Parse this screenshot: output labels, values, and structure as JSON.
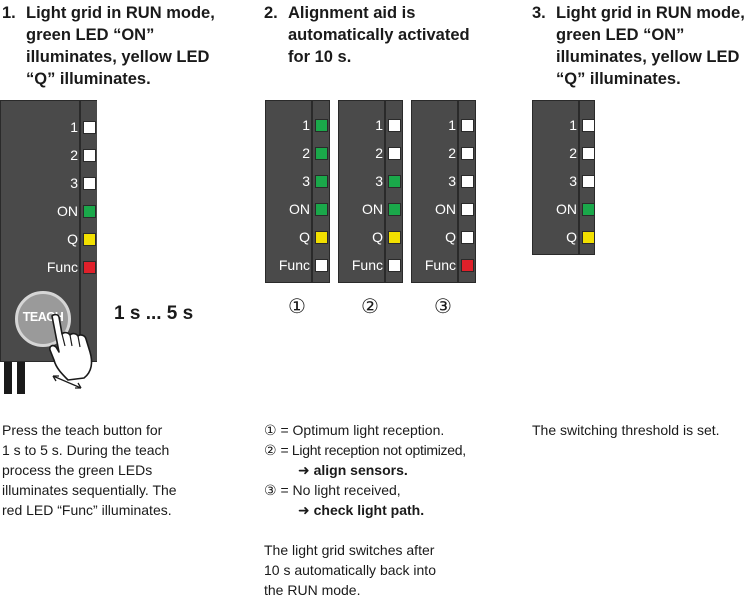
{
  "steps": [
    {
      "num": "1.",
      "lines": [
        "Light grid in RUN mode,",
        "green LED “ON”",
        "illuminates, yellow LED",
        "“Q” illuminates."
      ]
    },
    {
      "num": "2.",
      "lines": [
        "Alignment aid is",
        "automatically activated",
        "for 10 s."
      ]
    },
    {
      "num": "3.",
      "lines": [
        "Light grid in RUN mode,",
        "green LED “ON”",
        "illuminates, yellow LED",
        "“Q” illuminates."
      ]
    }
  ],
  "led_labels": [
    "1",
    "2",
    "3",
    "ON",
    "Q",
    "Func"
  ],
  "colors": {
    "off": "#ffffff",
    "green": "#1aa84a",
    "yellow": "#f2e000",
    "red": "#e0202a",
    "panel": "#4a4a4a"
  },
  "panels": {
    "step1": {
      "leds": [
        "off",
        "off",
        "off",
        "green",
        "yellow",
        "red"
      ]
    },
    "step2": [
      {
        "marker": "①",
        "leds": [
          "green",
          "green",
          "green",
          "green",
          "yellow",
          "off"
        ]
      },
      {
        "marker": "②",
        "leds": [
          "off",
          "off",
          "green",
          "green",
          "yellow",
          "off"
        ]
      },
      {
        "marker": "③",
        "leds": [
          "off",
          "off",
          "off",
          "off",
          "off",
          "red"
        ]
      }
    ],
    "step3": {
      "leds": [
        "off",
        "off",
        "off",
        "green",
        "yellow"
      ]
    }
  },
  "teach_button": {
    "label": "TEACH",
    "icon": "hand-press-icon"
  },
  "time_range": "1 s ... 5 s",
  "desc1": [
    "Press the teach button for",
    "1 s to 5 s. During the teach",
    "process the green LEDs",
    "illuminates sequentially. The",
    "red LED “Func” illuminates."
  ],
  "legend": [
    {
      "marker": "①",
      "text": "= Optimum light reception."
    },
    {
      "marker": "②",
      "text": "= Light reception not optimized,",
      "action": "➜ align sensors."
    },
    {
      "marker": "③",
      "text": "= No light received,",
      "action": "➜ check light path."
    }
  ],
  "switch_note": [
    "The light grid switches after",
    "10 s automatically back into",
    "the RUN mode."
  ],
  "desc3": "The switching threshold is set."
}
